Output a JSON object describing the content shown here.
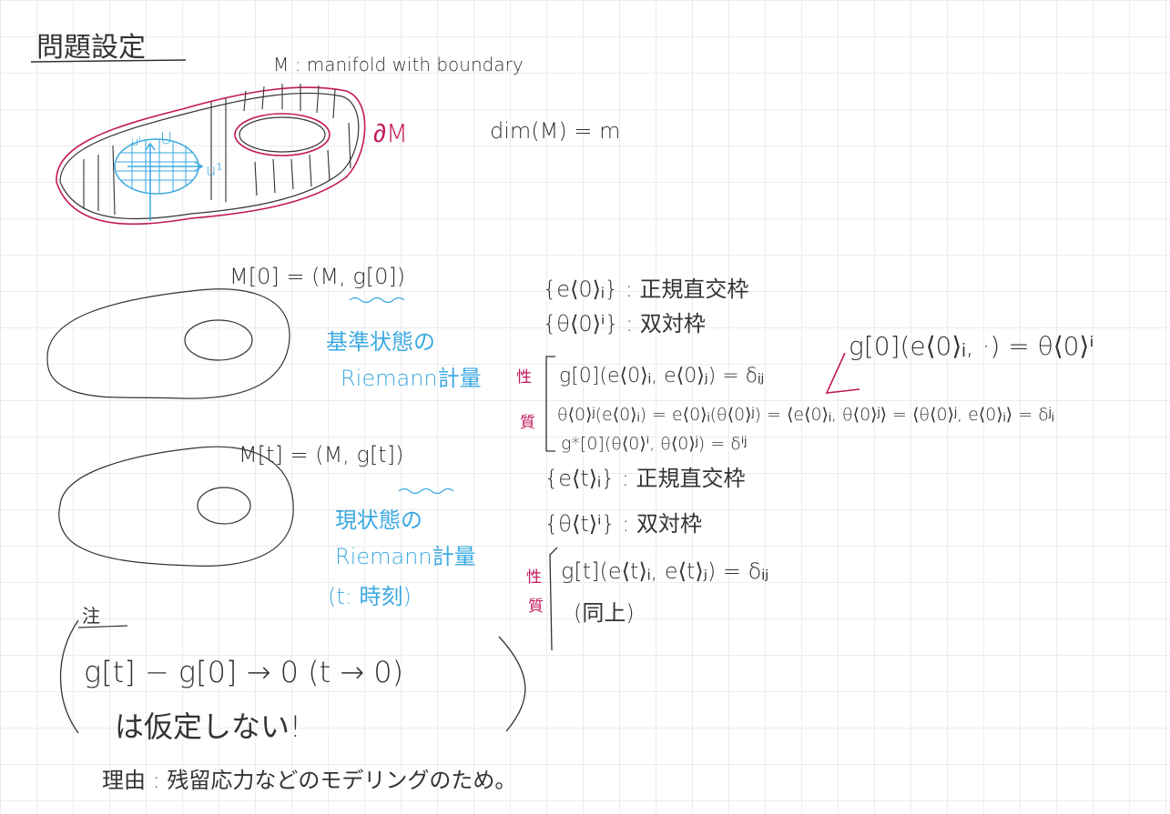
{
  "title": "問題設定",
  "manifold_label": "M : manifold with boundary",
  "boundary_label": "∂M",
  "dim_label": "dim(M) = m",
  "chart_labels": {
    "u1": "u¹",
    "ui": "uⁱ",
    "U": "U"
  },
  "initial_metric": {
    "formula": "M[0] = (M, g[0])",
    "note_line1": "基準状態の",
    "note_line2": "Riemann計量"
  },
  "current_metric": {
    "formula": "M[t] = (M, g[t])",
    "note_line1": "現状態の",
    "note_line2": "Riemann計量",
    "note_line3": "(t: 時刻)"
  },
  "frames_initial": {
    "frame": "{e⟨0⟩ᵢ} : 正規直交枠",
    "coframe": "{θ⟨0⟩ⁱ} : 双対枠",
    "properties_label": "性質",
    "prop1": "g[0](e⟨0⟩ᵢ, e⟨0⟩ⱼ) = δᵢⱼ",
    "prop2": "θ⟨0⟩ʲ(e⟨0⟩ᵢ) = e⟨0⟩ᵢ(θ⟨0⟩ʲ) = ⟨e⟨0⟩ᵢ, θ⟨0⟩ʲ⟩ = ⟨θ⟨0⟩ʲ, e⟨0⟩ᵢ⟩ = δʲᵢ",
    "prop3": "g*[0](θ⟨0⟩ⁱ, θ⟨0⟩ʲ) = δⁱʲ",
    "side_relation": "g[0](e⟨0⟩ᵢ, ·) = θ⟨0⟩ⁱ"
  },
  "frames_current": {
    "frame": "{e⟨t⟩ᵢ} : 正規直交枠",
    "coframe": "{θ⟨t⟩ⁱ} : 双対枠",
    "properties_label": "性質",
    "prop1": "g[t](e⟨t⟩ᵢ, e⟨t⟩ⱼ) = δᵢⱼ",
    "prop2": "(同上)"
  },
  "note": {
    "label": "注",
    "line1": "g[t] − g[0] → 0   (t → 0)",
    "line2": "は仮定しない!"
  },
  "reason": "理由 : 残留応力などのモデリングのため。",
  "colors": {
    "ink": "#333333",
    "accent": "#c2185b",
    "blue": "#3ba9e0"
  }
}
